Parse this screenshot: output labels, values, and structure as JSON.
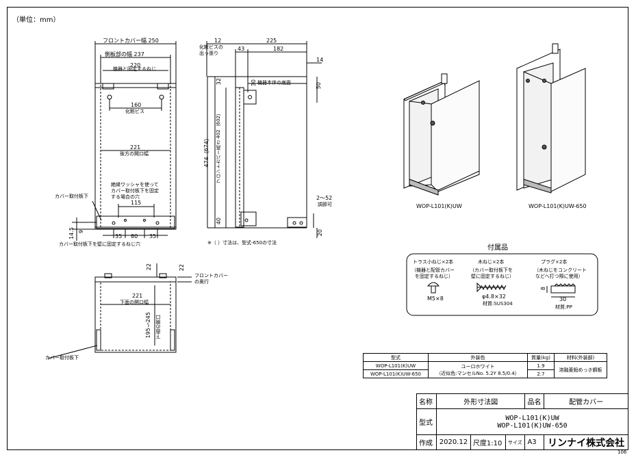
{
  "unit_label": "（単位：mm）",
  "front_view": {
    "cover_width_label": "フロントカバー幅",
    "cover_width": "250",
    "side_width_label": "側板部の幅",
    "side_width": "237",
    "d220": "220",
    "screw_label": "機器と固定するねじ",
    "d160": "160",
    "decor_screw_label": "化粧ビス",
    "d221": "221",
    "rear_opening_label": "後方の開口幅",
    "washer_note_1": "絶縁ワッシャを使って",
    "washer_note_2": "カバー取付板下を固定",
    "washer_note_3": "する場合の穴",
    "d115": "115",
    "plate_label": "カバー取付板下",
    "d35a": "35",
    "d80": "80",
    "d35b": "35",
    "hole_label": "カバー取付板下を壁に固定するねじ穴",
    "d14_5": "14.5",
    "d9": "9"
  },
  "side_view": {
    "d12": "12",
    "decor_protrude_1": "化粧ビスの",
    "decor_protrude_2": "出っ張り",
    "d225": "225",
    "d43": "43",
    "d182": "182",
    "d14": "14",
    "bottom_label": "機器本体の底面",
    "d30": "30",
    "d50": "50",
    "d32": "32",
    "height_label": "474（674）",
    "height_label2": "フロントカバー高さ 402（602）",
    "adjust_range": "2〜52",
    "adjust_label": "調節可",
    "d40": "40",
    "d20": "20",
    "note": "※（ ）寸法は、型式-650の寸法"
  },
  "bottom_view": {
    "d22a": "22",
    "d22b": "22",
    "front_depth_1": "フロントカバー",
    "front_depth_2": "の奥行",
    "d221": "221",
    "bottom_opening_label": "下面の開口幅",
    "depth_range": "195〜245",
    "depth_label": "下面の開口",
    "plate_label": "カバー取付板下"
  },
  "products": {
    "left_name": "WOP-L101(K)UW",
    "right_name": "WOP-L101(K)UW-650"
  },
  "accessories": {
    "title": "付属品",
    "items": [
      {
        "name": "トラス小ねじ×2本",
        "desc1": "（機器と配管カバー",
        "desc2": "を固定するねじ）",
        "size": "M5×8",
        "material": ""
      },
      {
        "name": "木ねじ×2本",
        "desc1": "（カバー取付板下を",
        "desc2": "壁に固定するねじ）",
        "size": "φ4.8×32",
        "material": "材質:SUS304"
      },
      {
        "name": "プラグ×2本",
        "desc1": "（木ねじをコンクリート",
        "desc2": "などへ打つ際に使用）",
        "size": "30",
        "material": "材質:PP",
        "dim8": "8"
      }
    ]
  },
  "spec_table": {
    "headers": [
      "型式",
      "外装色",
      "質量(kg)",
      "材料(外装部)"
    ],
    "rows": [
      {
        "model": "WOP-L101(K)UW",
        "mass": "1.9"
      },
      {
        "model": "WOP-L101(K)UW-650",
        "mass": "2.7"
      }
    ],
    "color_1": "ユーロホワイト",
    "color_2": "（近似色:マンセルNo. 5.2Y 8.5/0.4）",
    "material": "溶融亜鉛めっき鋼板"
  },
  "title_block": {
    "name_label": "名称",
    "name_value": "外形寸法図",
    "part_label": "品名",
    "part_value": "配管カバー",
    "model_label": "型式",
    "model_value_1": "WOP-L101(K)UW",
    "model_value_2": "WOP-L101(K)UW-650",
    "made_label": "作成",
    "date": "2020.12",
    "scale_label": "尺度",
    "scale": "1:10",
    "size_label": "サイズ",
    "size": "A3",
    "company": "リンナイ株式会社",
    "code": "106"
  }
}
